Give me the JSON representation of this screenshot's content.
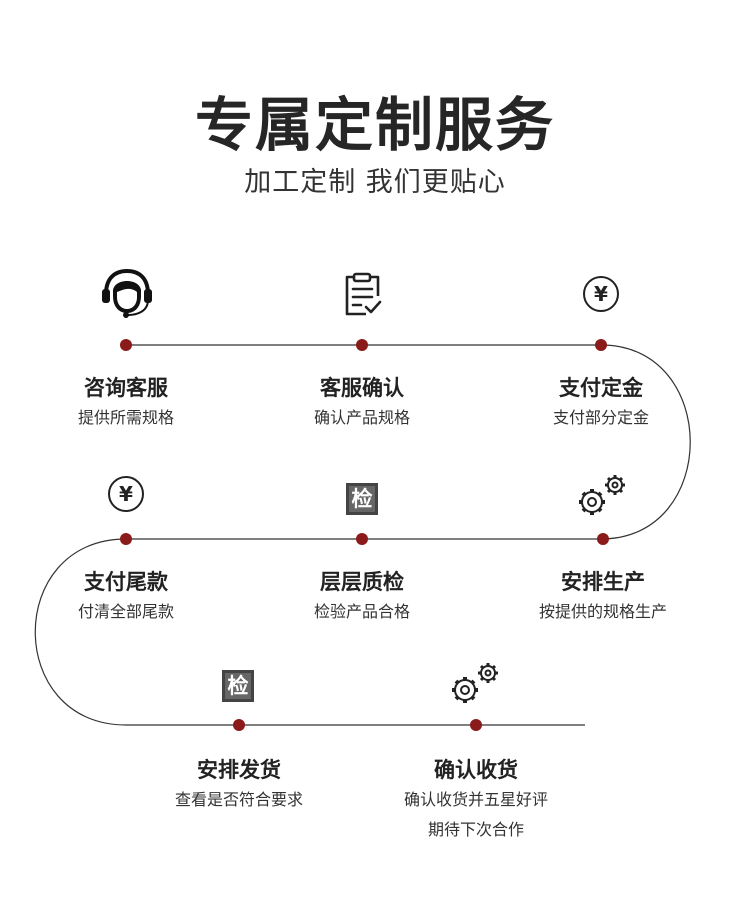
{
  "header": {
    "title": "专属定制服务",
    "subtitle": "加工定制 我们更贴心"
  },
  "colors": {
    "dot": "#8b1a1a",
    "line": "#333333"
  },
  "steps": [
    {
      "title": "咨询客服",
      "desc": "提供所需规格",
      "icon": "headset-icon"
    },
    {
      "title": "客服确认",
      "desc": "确认产品规格",
      "icon": "checklist-icon"
    },
    {
      "title": "支付定金",
      "desc": "支付部分定金",
      "icon": "yen-icon",
      "glyph": "¥"
    },
    {
      "title": "支付尾款",
      "desc": "付清全部尾款",
      "icon": "yen-icon",
      "glyph": "¥"
    },
    {
      "title": "层层质检",
      "desc": "检验产品合格",
      "icon": "inspect-icon",
      "glyph": "检"
    },
    {
      "title": "安排生产",
      "desc": "按提供的规格生产",
      "icon": "gears-icon"
    },
    {
      "title": "安排发货",
      "desc": "查看是否符合要求",
      "icon": "inspect-icon",
      "glyph": "检"
    },
    {
      "title": "确认收货",
      "desc": "确认收货并五星好评",
      "desc2": "期待下次合作",
      "icon": "gears-icon"
    }
  ]
}
